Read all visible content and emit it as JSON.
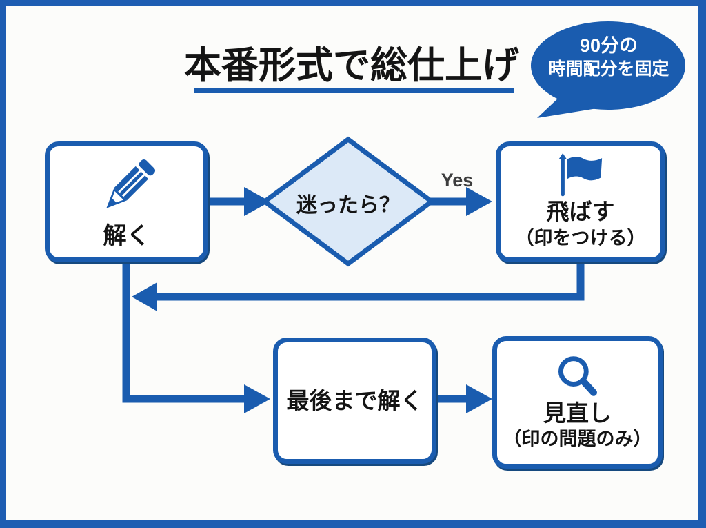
{
  "colors": {
    "primary_blue": "#1a5caf",
    "frame_blue": "#1e5db2",
    "diamond_fill": "#dce9f7",
    "shadow_blue": "#16497e",
    "text_black": "#141414",
    "yes_gray": "#3d3d3d",
    "background": "#fcfcfa",
    "white": "#ffffff"
  },
  "title": {
    "text": "本番形式で総仕上げ"
  },
  "bubble": {
    "line1": "90分の",
    "line2": "時間配分を固定"
  },
  "flow": {
    "solve_label": "解く",
    "decision_label": "迷ったら？",
    "yes_label": "Yes",
    "skip_line1": "飛ばす",
    "skip_line2": "（印をつける）",
    "finish_label": "最後まで解く",
    "review_line1": "見直し",
    "review_line2": "（印の問題のみ）"
  },
  "icons": {
    "solve": "pencil-icon",
    "skip": "flag-icon",
    "review": "magnifier-icon"
  }
}
